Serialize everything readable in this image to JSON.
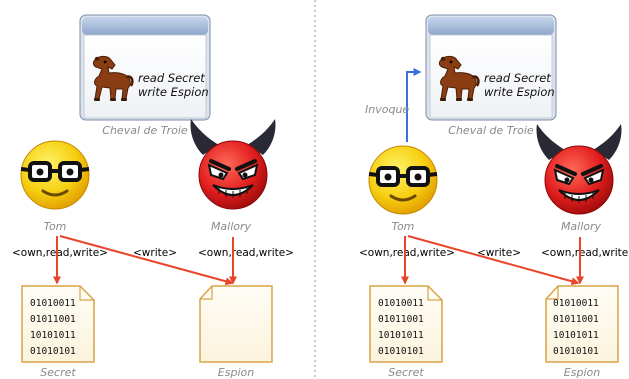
{
  "left": {
    "window": {
      "line1": "read Secret",
      "line2": "write Espion",
      "caption": "Cheval de Troie"
    },
    "tom": {
      "name": "Tom",
      "perm": "<own,read,write>"
    },
    "mallory": {
      "name": "Mallory",
      "perm": "<own,read,write>"
    },
    "write_label": "<write>",
    "secret": {
      "name": "Secret",
      "bits": [
        "01010011",
        "01011001",
        "10101011",
        "01010101"
      ]
    },
    "espion": {
      "name": "Espion",
      "bits": []
    }
  },
  "right": {
    "window": {
      "line1": "read Secret",
      "line2": "write Espion",
      "caption": "Cheval de Troie"
    },
    "invoke_label": "Invoque",
    "tom": {
      "name": "Tom",
      "perm": "<own,read,write>"
    },
    "mallory": {
      "name": "Mallory",
      "perm": "<own,read,write>"
    },
    "write_label": "<write>",
    "secret": {
      "name": "Secret",
      "bits": [
        "01010011",
        "01011001",
        "10101011",
        "01010101"
      ]
    },
    "espion": {
      "name": "Espion",
      "bits": [
        "01010011",
        "01011001",
        "10101011",
        "01010101"
      ]
    }
  },
  "colors": {
    "arrow_red": "#e8452a",
    "arrow_blue": "#3a6fe0",
    "doc_border": "#d7a445",
    "window_frame": "#7d8ea7",
    "smiley_yellow": "#f2c400",
    "devil_red": "#d61d1d"
  }
}
